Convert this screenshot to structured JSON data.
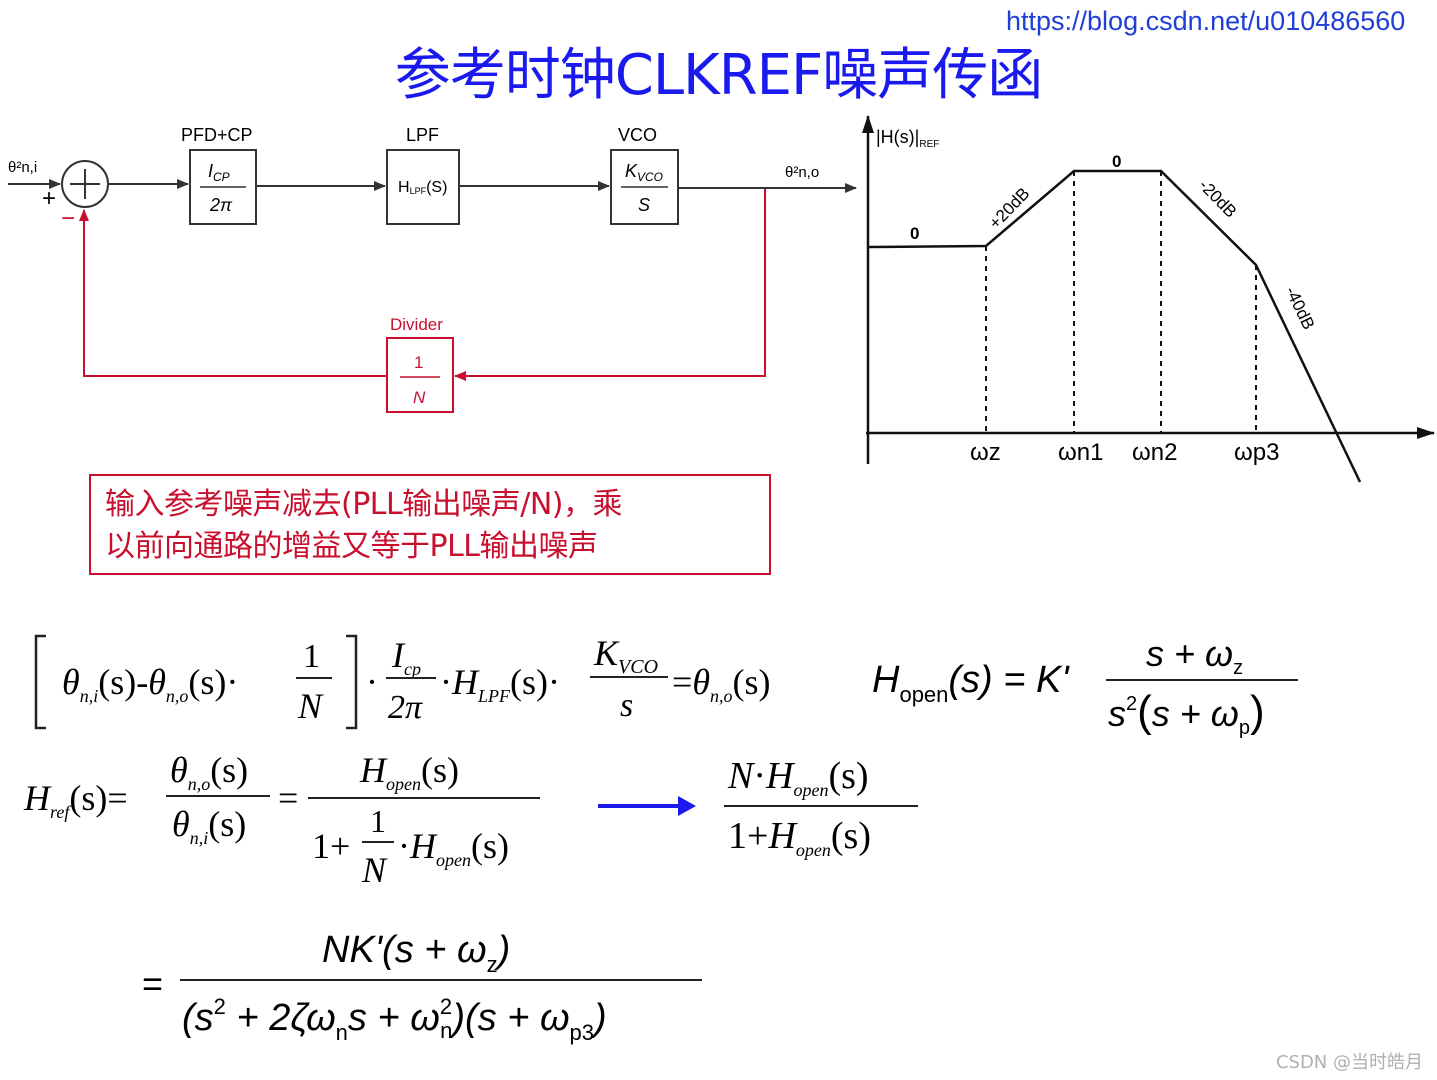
{
  "watermark_url": "https://blog.csdn.net/u010486560",
  "title": "参考时钟CLKREF噪声传函",
  "block_diagram": {
    "input_label": "θ²n,i",
    "output_label": "θ²n,o",
    "plus_sign": "+",
    "minus_sign": "−",
    "blocks": {
      "pfd_cp": {
        "title": "PFD+CP",
        "num": "I",
        "num_sub": "CP",
        "den": "2π"
      },
      "lpf": {
        "title": "LPF",
        "content": "H",
        "content_sub": "LPF",
        "content_tail": "(S)"
      },
      "vco": {
        "title": "VCO",
        "num": "K",
        "num_sub": "VCO",
        "den": "S"
      },
      "divider": {
        "title": "Divider",
        "num": "1",
        "den": "N"
      }
    },
    "colors": {
      "forward": "#333333",
      "feedback": "#c8102e"
    }
  },
  "bode_plot": {
    "ylabel": "|H(s)|",
    "ylabel_sub": "REF",
    "segment_labels": [
      "0",
      "+20dB",
      "0",
      "-20dB",
      "-40dB"
    ],
    "x_marks": [
      "ωz",
      "ωn1",
      "ωn2",
      "ωp3"
    ]
  },
  "explain_text_line1": "输入参考噪声减去(PLL输出噪声/N)，乘",
  "explain_text_line2": "以前向通路的增益又等于PLL输出噪声",
  "equations": {
    "loop_eq": {
      "theta": "θ",
      "sub_ni": "n,i",
      "sub_no": "n,o",
      "s_arg": "(s)",
      "minus": "-",
      "dot": "·",
      "one": "1",
      "N": "N",
      "Icp": "I",
      "Icp_sub": "cp",
      "twopi": "2π",
      "H": "H",
      "H_sub": "LPF",
      "K": "K",
      "K_sub": "VCO",
      "s": "s",
      "eq": "="
    },
    "open_loop": {
      "lhs": "H",
      "lhs_sub": "open",
      "lhs_arg": "(s) = K'",
      "num": "s + ω",
      "num_sub": "z",
      "den_a": "s",
      "den_b": "s + ω",
      "den_sub": "p"
    },
    "href": {
      "H": "H",
      "sub_ref": "ref",
      "sub_open": "open",
      "arg": "(s)",
      "eq": "=",
      "one_plus": "1+",
      "N": "N",
      "dot": "·"
    },
    "final": {
      "eq": "=",
      "num": "NK'(s + ω",
      "num_sub": "z",
      "num_close": ")",
      "den": "(s",
      "den2": " + 2ζω",
      "den3": "s + ω",
      "den4": ")(s + ω",
      "den5": ")",
      "sub_n": "n",
      "sub_p3": "p3",
      "sup2": "2"
    }
  },
  "csdn_credit": "CSDN @当时皓月"
}
